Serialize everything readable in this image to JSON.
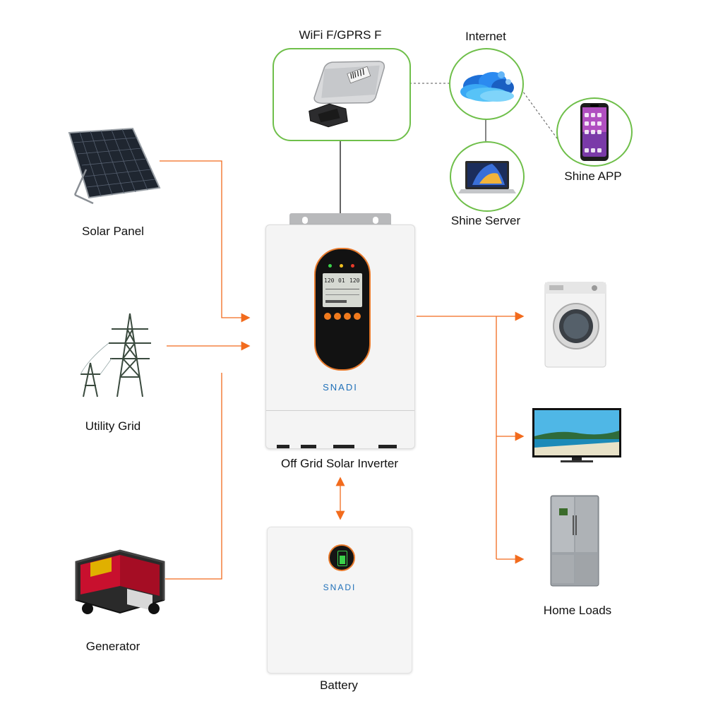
{
  "colors": {
    "connector_orange": "#f26b1d",
    "accent_green": "#6fbf4a",
    "inverter_body": "#f4f4f4",
    "inverter_panel": "#121212"
  },
  "comms": {
    "wifi_label": "WiFi F/GPRS F",
    "internet_label": "Internet",
    "server_label": "Shine Server",
    "app_label": "Shine APP"
  },
  "sources": {
    "solar_label": "Solar Panel",
    "grid_label": "Utility Grid",
    "generator_label": "Generator"
  },
  "inverter": {
    "label": "Off Grid Solar Inverter",
    "brand": "SNADI",
    "lcd_readout_1": "120",
    "lcd_readout_2": "01",
    "lcd_readout_3": "120"
  },
  "battery": {
    "label": "Battery",
    "brand": "SNADI"
  },
  "loads": {
    "label": "Home Loads"
  },
  "icons": [
    "wifi-dongle-icon",
    "cloud-icon",
    "laptop-icon",
    "smartphone-icon",
    "solar-panel-icon",
    "power-tower-icon",
    "generator-icon",
    "washing-machine-icon",
    "television-icon",
    "refrigerator-icon",
    "battery-icon"
  ]
}
